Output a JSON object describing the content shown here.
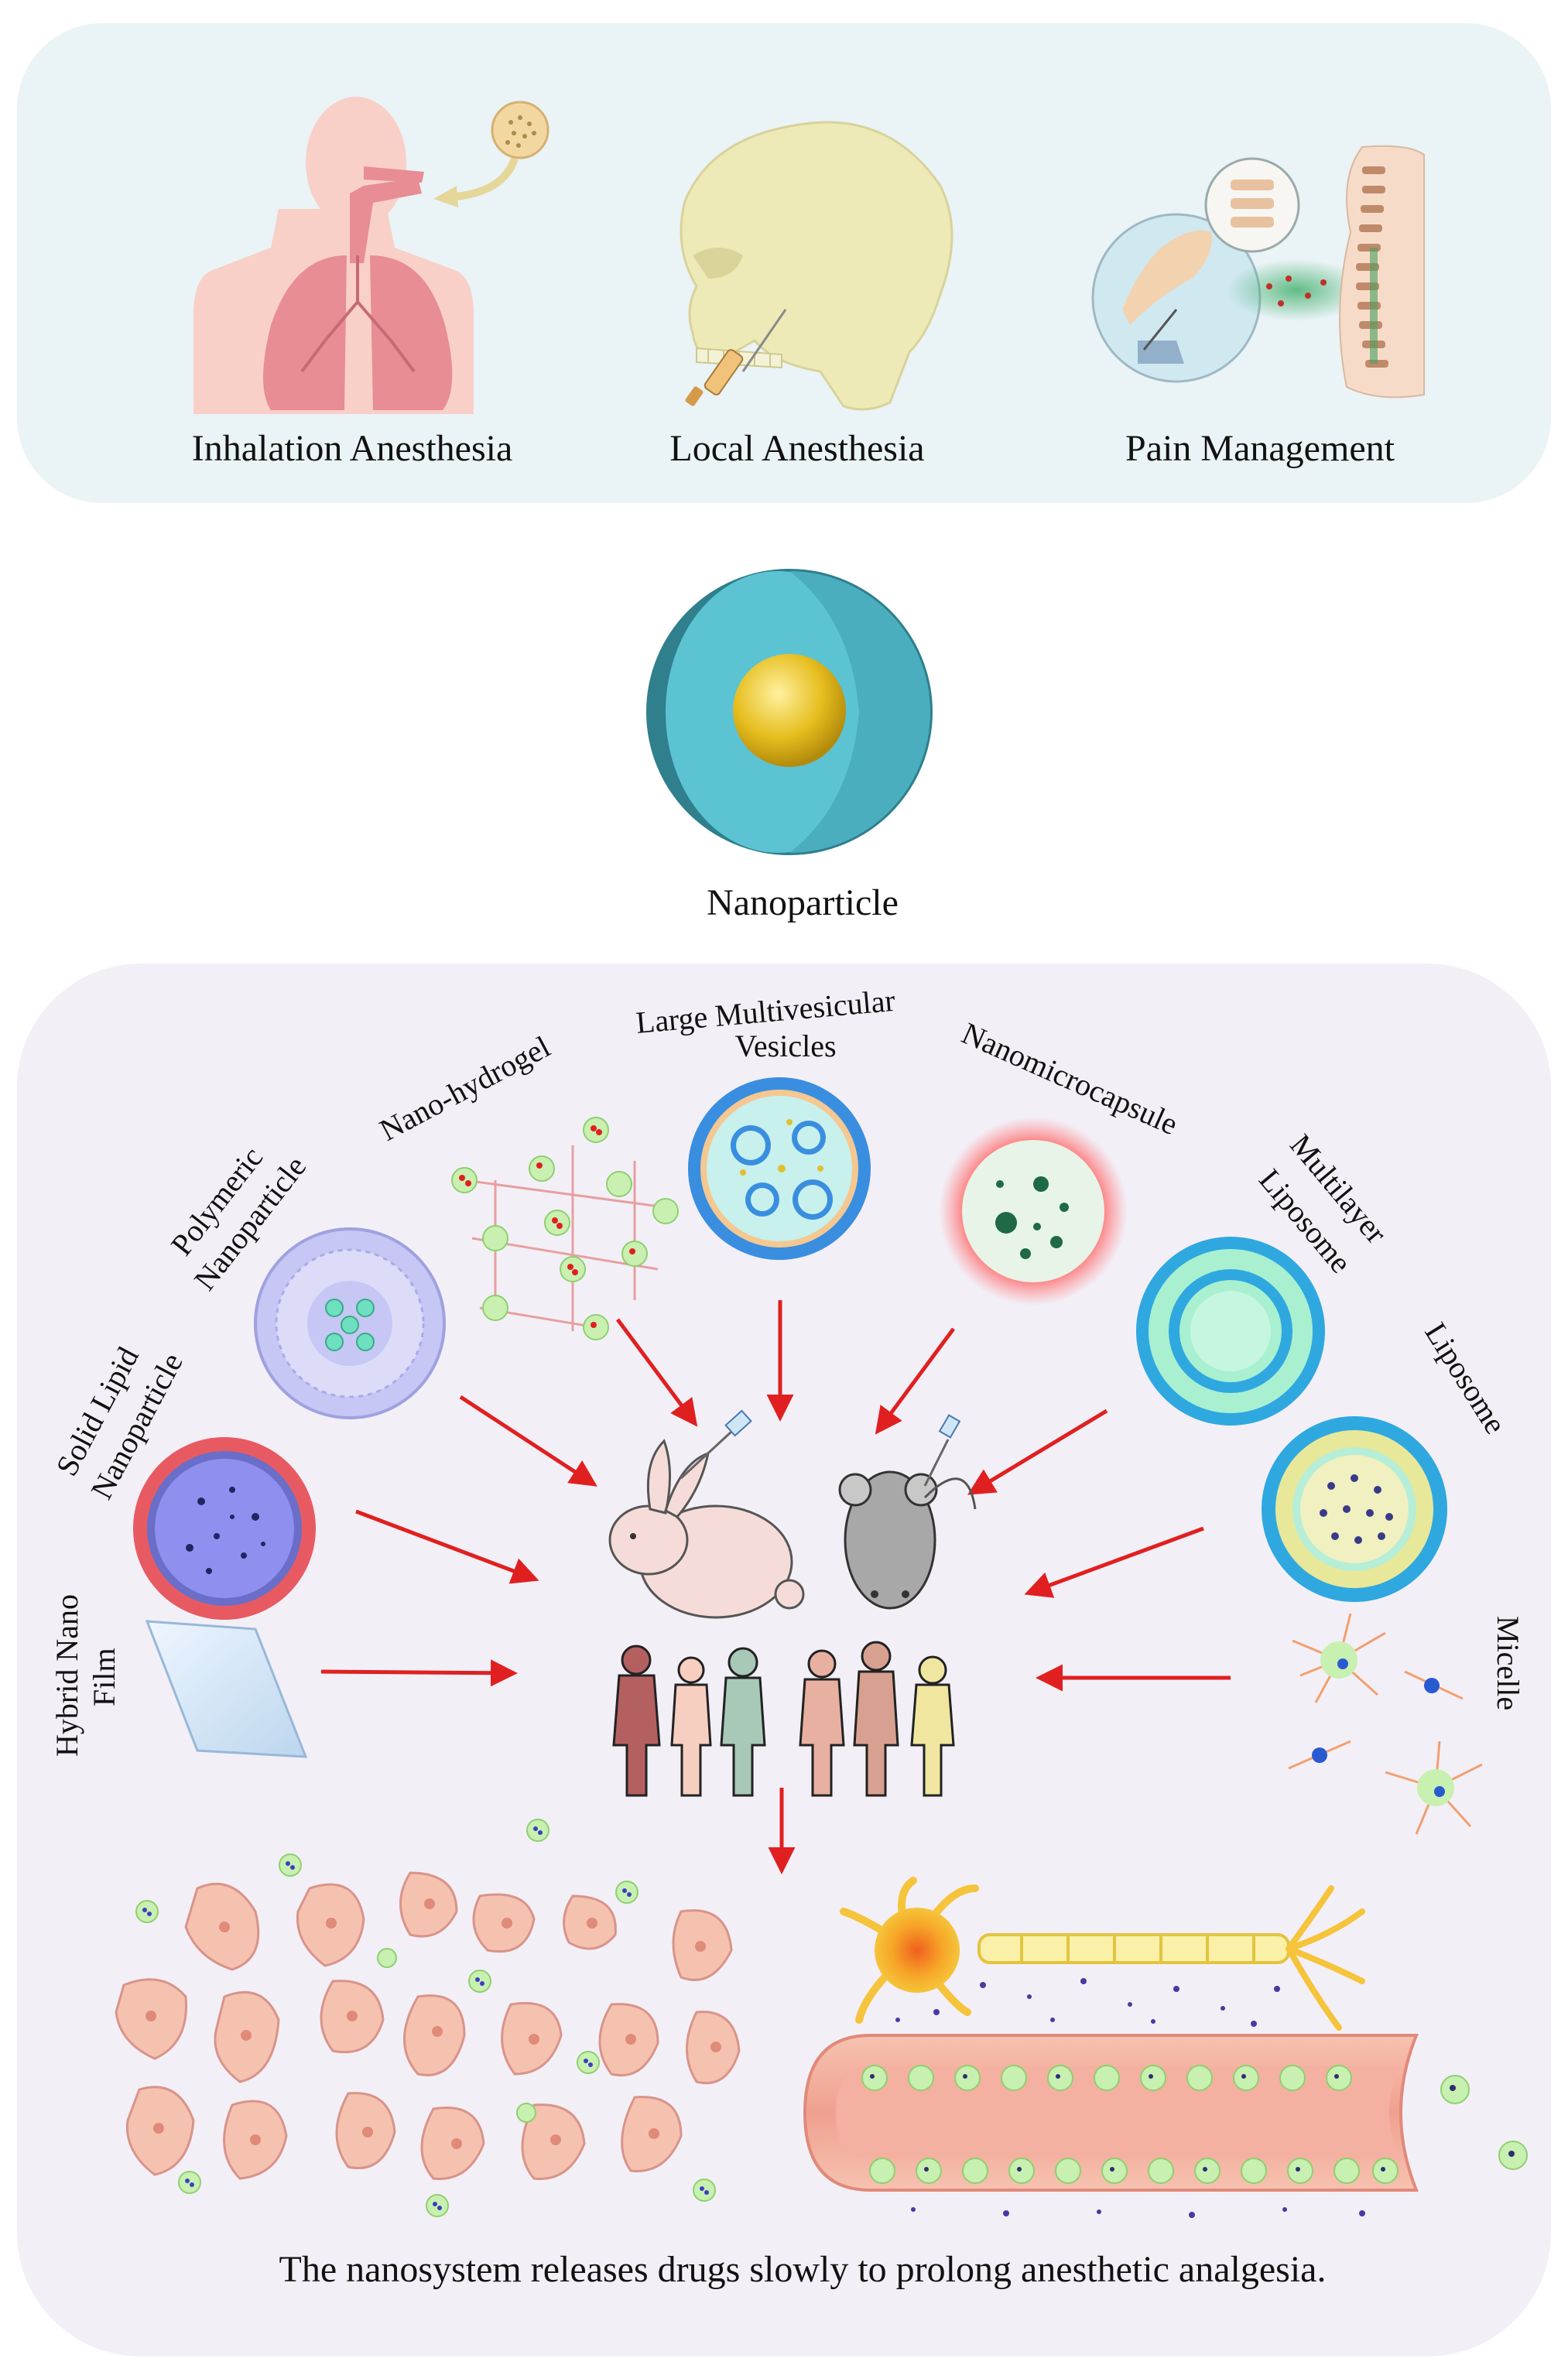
{
  "top_panel": {
    "labels": {
      "inhalation": "Inhalation Anesthesia",
      "local": "Local Anesthesia",
      "pain": "Pain Management"
    }
  },
  "center": {
    "nanoparticle_label": "Nanoparticle"
  },
  "carriers": {
    "solid_lipid_1": "Solid Lipid",
    "solid_lipid_2": "Nanoparticle",
    "polymeric_1": "Polymeric",
    "polymeric_2": "Nanoparticle",
    "hydrogel": "Nano-hydrogel",
    "lmv_1": "Large Multivesicular",
    "lmv_2": "Vesicles",
    "microcapsule": "Nanomicrocapsule",
    "multilayer_1": "Multilayer",
    "multilayer_2": "Liposome",
    "liposome": "Liposome",
    "micelle": "Micelle",
    "hybrid_1": "Hybrid Nano",
    "hybrid_2": "Film"
  },
  "caption": "The nanosystem releases drugs slowly to prolong anesthetic analgesia.",
  "colors": {
    "top_panel_bg": "#eaf3f6",
    "bottom_panel_bg": "#f3eff7",
    "arrow": "#e02020",
    "lung": "#e88d93",
    "skull": "#eeeab8",
    "np_outer": "#2f7f8c",
    "np_inner": "#5cc3d3",
    "np_core": "#e6be1e"
  }
}
